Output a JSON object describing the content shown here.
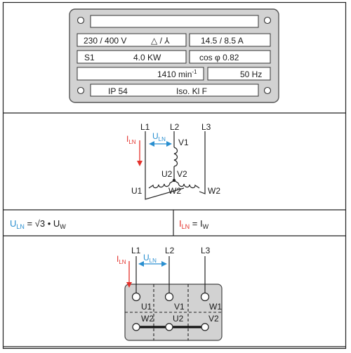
{
  "nameplate": {
    "voltage": "230 / 400 V",
    "connection_symbols": "△ / ⅄",
    "current": "14.5 / 8.5 A",
    "duty": "S1",
    "power": "4.0 KW",
    "cos_label": "cos φ 0.82",
    "speed_value": "1410 min",
    "speed_exp": "-1",
    "frequency": "50 Hz",
    "ip": "IP 54",
    "insulation": "Iso. Kl F"
  },
  "star": {
    "L1": "L1",
    "L2": "L2",
    "L3": "L3",
    "I": "I",
    "I_sub": "LN",
    "U": "U",
    "U_sub": "LN",
    "V1": "V1",
    "U2": "U2",
    "V2": "V2",
    "U1": "U1",
    "W2m": "W2",
    "W2r": "W2"
  },
  "formulas": {
    "left": {
      "U": "U",
      "U_sub": "LN",
      "rest": " = √3 • U",
      "rest_sub": "W"
    },
    "right": {
      "I": "I",
      "I_sub": "LN",
      "rest": " = I",
      "rest_sub": "W"
    }
  },
  "terminal": {
    "L1": "L1",
    "L2": "L2",
    "L3": "L3",
    "I": "I",
    "I_sub": "LN",
    "U": "U",
    "U_sub": "LN",
    "U1": "U1",
    "V1": "V1",
    "W1": "W1",
    "W2": "W2",
    "U2": "U2",
    "V2": "V2"
  },
  "colors": {
    "blue": "#2a8fd0",
    "red": "#e4312b",
    "plate": "#d2d2d2"
  }
}
